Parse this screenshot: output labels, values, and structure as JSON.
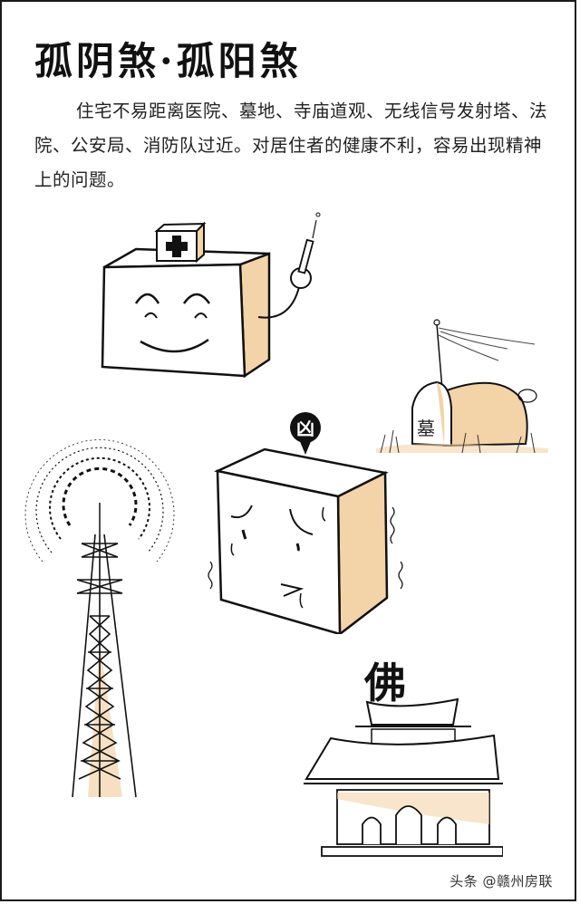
{
  "header": {
    "title": "孤阴煞·孤阳煞"
  },
  "body_text": {
    "paragraph": "住宅不易距离医院、墓地、寺庙道观、无线信号发射塔、法院、公安局、消防队过近。对居住者的健康不利，容易出现精神上的问题。"
  },
  "illustrations": {
    "hospital": {
      "label": "hospital-box-smiling",
      "symbol": "✚"
    },
    "grave": {
      "label": "grave-mound",
      "text": "墓"
    },
    "house": {
      "label": "worried-house-cube",
      "badge_text": "凶"
    },
    "tower": {
      "label": "signal-tower"
    },
    "temple": {
      "label": "buddhist-temple",
      "text": "佛"
    }
  },
  "colors": {
    "accent_tan": "#f3d3a8",
    "line": "#111111",
    "border": "#1a1a1a"
  },
  "watermark": {
    "text": "头条 @赣州房联"
  }
}
